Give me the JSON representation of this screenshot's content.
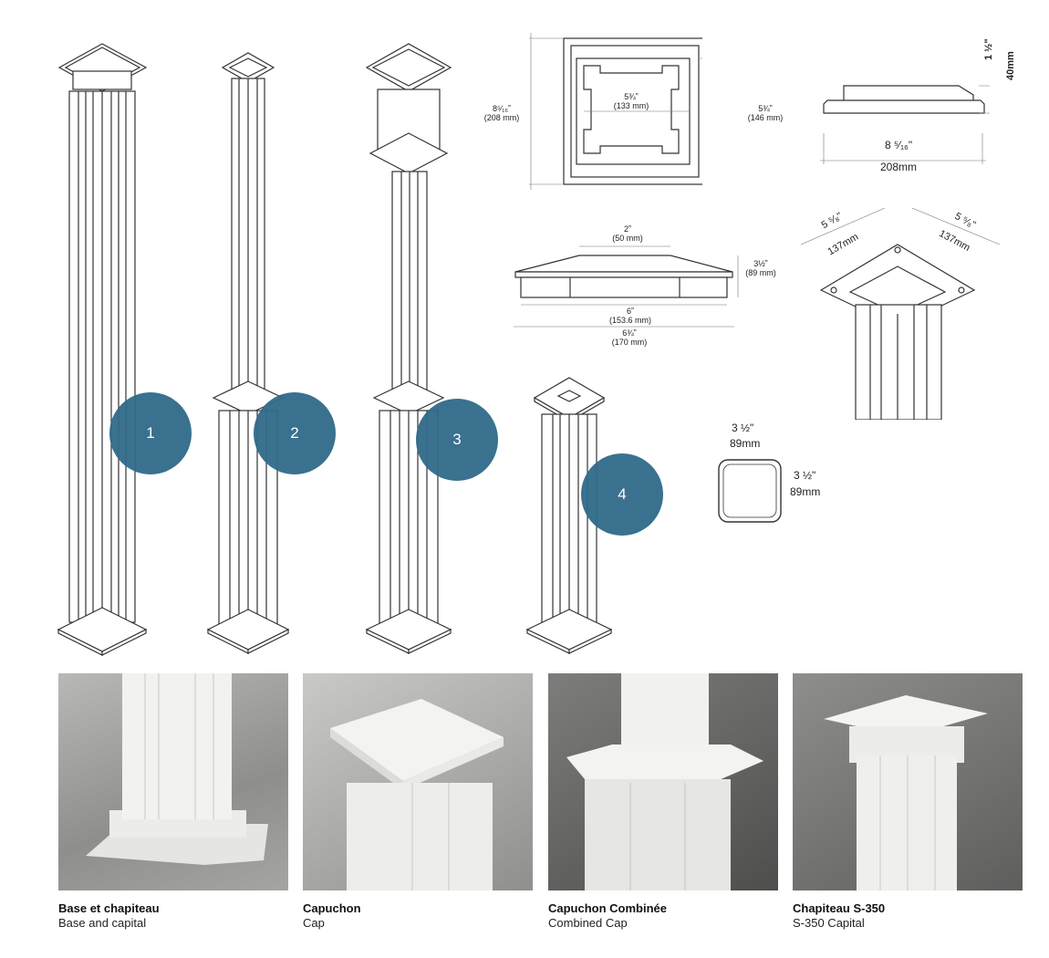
{
  "badges": [
    "1",
    "2",
    "3",
    "4"
  ],
  "dims": {
    "top_view": {
      "outer_in": "8⁵⁄₁₆ˮ",
      "outer_mm": "(208 mm)",
      "inner_in": "5¾ˮ",
      "inner_mm": "(133 mm)",
      "mid_in": "5¾ˮ",
      "mid_mm": "(146 mm)"
    },
    "base_side": {
      "height_in": "1 ½\"",
      "height_mm": "40mm",
      "width_in": "8 ⁵⁄₁₆\"",
      "width_mm": "208mm"
    },
    "cap_side": {
      "top_in": "2ˮ",
      "top_mm": "(50 mm)",
      "h_in": "3½ˮ",
      "h_mm": "(89 mm)",
      "inner_in": "6ˮ",
      "inner_mm": "(153.6 mm)",
      "outer_in": "6¾ˮ",
      "outer_mm": "(170 mm)"
    },
    "capital": {
      "left_in": "5 ⁵⁄₈\"",
      "left_mm": "137mm",
      "right_in": "5 ⁵⁄₈\"",
      "right_mm": "137mm"
    },
    "profile": {
      "w_in": "3 ½\"",
      "w_mm": "89mm",
      "h_in": "3 ½\"",
      "h_mm": "89mm"
    }
  },
  "products": [
    {
      "fr": "Base et chapiteau",
      "en": "Base and capital"
    },
    {
      "fr": "Capuchon",
      "en": "Cap"
    },
    {
      "fr": "Capuchon Combinée",
      "en": "Combined Cap"
    },
    {
      "fr": "Chapiteau S-350",
      "en": "S-350 Capital"
    }
  ],
  "colors": {
    "badge": "#2f6a8a",
    "line": "#333333",
    "dim": "#555555"
  }
}
